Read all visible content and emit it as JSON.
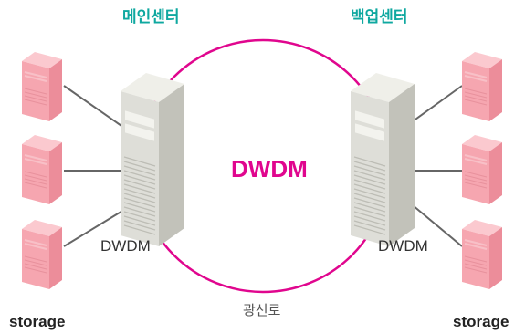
{
  "diagram": {
    "left_site": {
      "title": "메인센터"
    },
    "right_site": {
      "title": "백업센터"
    },
    "ring": {
      "label": "DWDM"
    },
    "left_device": {
      "label": "DWDM"
    },
    "right_device": {
      "label": "DWDM"
    },
    "left_storage": {
      "label": "storage"
    },
    "right_storage": {
      "label": "storage"
    },
    "fiber": {
      "label": "광선로"
    }
  },
  "colors": {
    "site_title": "#0fa8a0",
    "ring": "#e0068e",
    "storage_front": "#f6a3ae",
    "storage_side": "#ef8f9c",
    "storage_top": "#fbc9cf",
    "server_front": "#dcdcd6",
    "server_side": "#c3c3bb",
    "server_top": "#ececE6",
    "link": "#666666"
  }
}
